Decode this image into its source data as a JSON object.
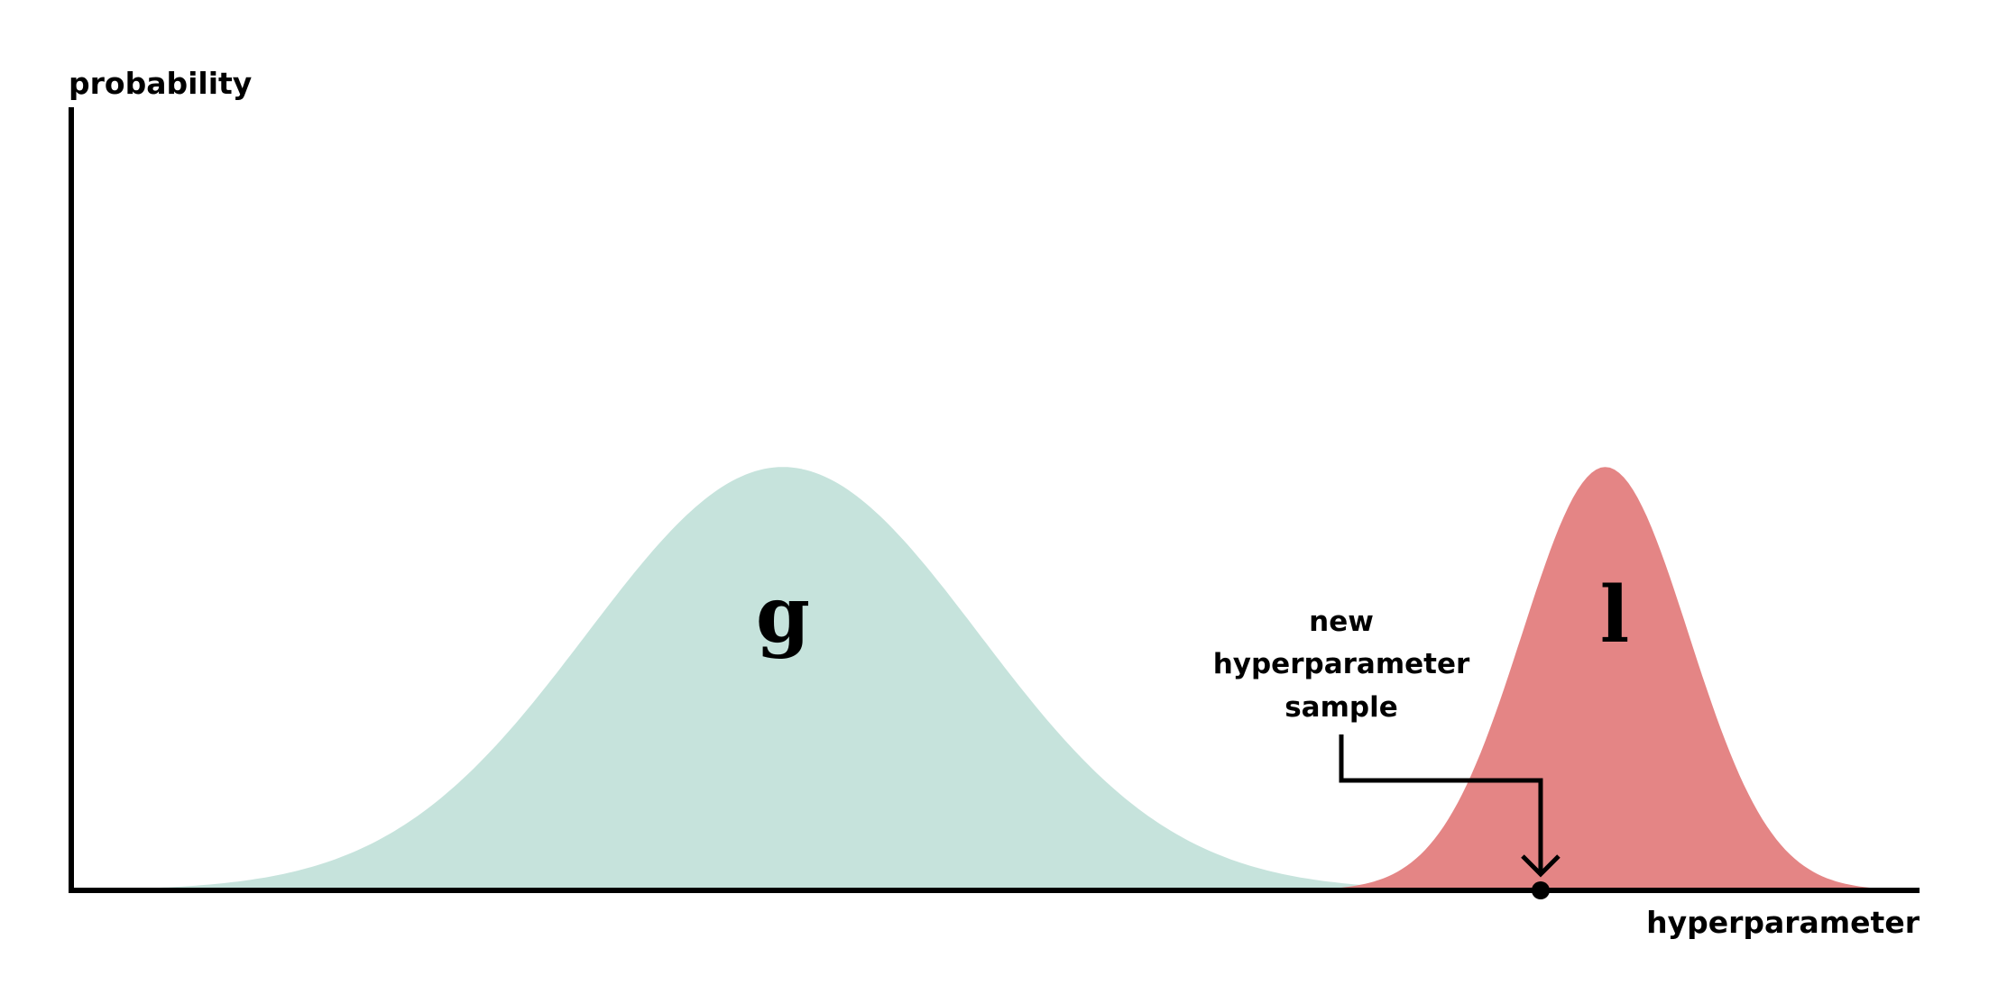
{
  "axes": {
    "y_label": "probability",
    "x_label": "hyperparameter"
  },
  "distributions": [
    {
      "name": "g",
      "color": "#c6e3dc",
      "center": 0.385,
      "spread": 0.106,
      "peak": 0.54
    },
    {
      "name": "l",
      "color": "#e48585",
      "center": 0.83,
      "spread": 0.045,
      "peak": 0.54
    }
  ],
  "annotation": {
    "lines": [
      "new",
      "hyperparameter",
      "sample"
    ],
    "sample_value": 0.795
  }
}
